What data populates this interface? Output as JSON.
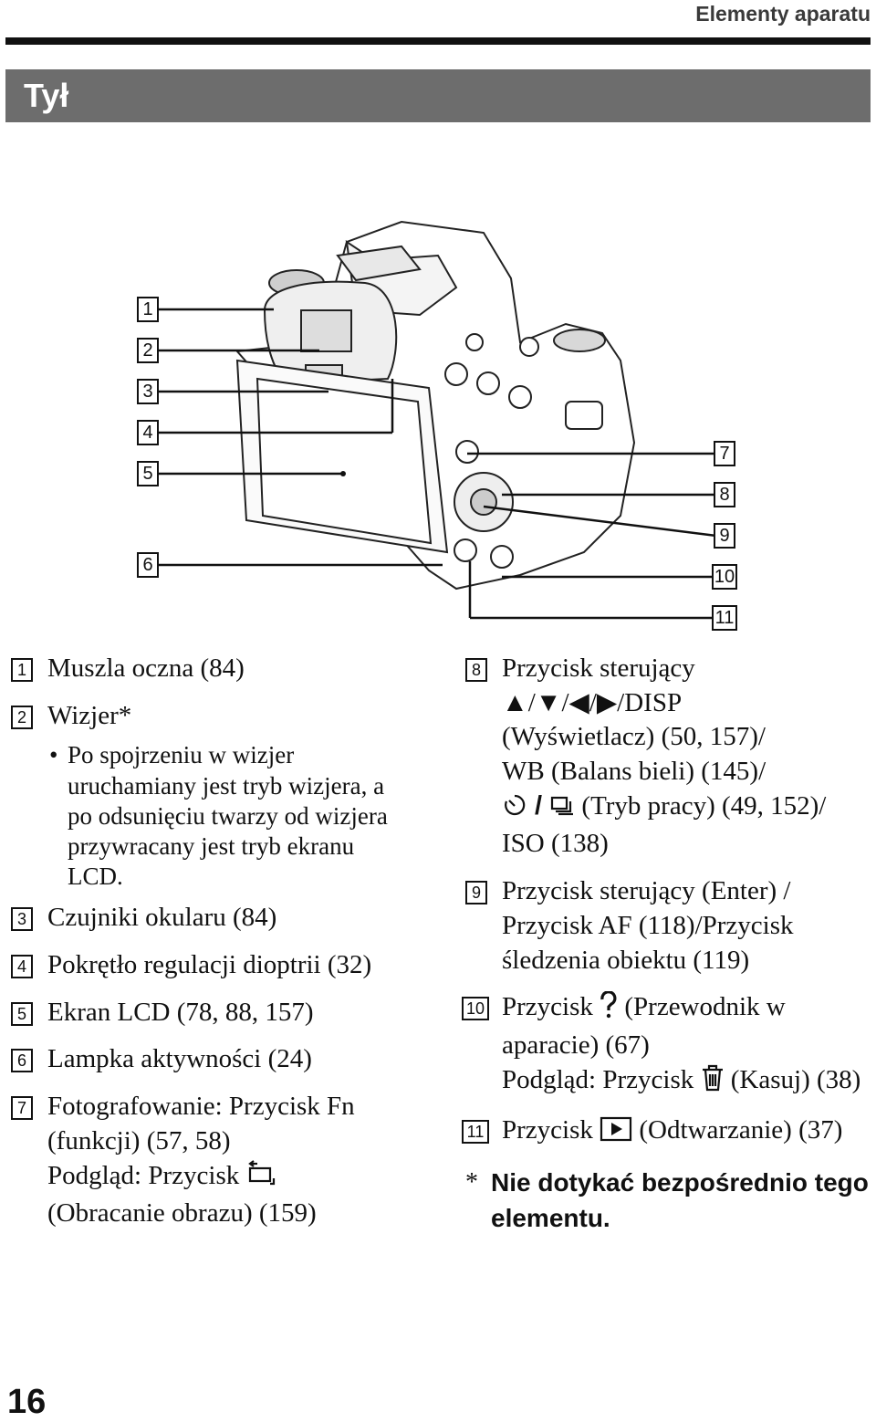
{
  "header": {
    "section_name": "Elementy aparatu"
  },
  "section": {
    "title": "Tył"
  },
  "figure": {
    "callouts_left": [
      "1",
      "2",
      "3",
      "4",
      "5",
      "6"
    ],
    "callouts_right": [
      "7",
      "8",
      "9",
      "10",
      "11"
    ]
  },
  "items_left": [
    {
      "num": "1",
      "text": "Muszla oczna (84)"
    },
    {
      "num": "2",
      "text": "Wizjer*"
    },
    {
      "bullet": "Po spojrzeniu w wizjer uruchamiany jest tryb wizjera, a po odsunięciu twarzy od wizjera przywracany jest tryb ekranu LCD."
    },
    {
      "num": "3",
      "text": "Czujniki okularu (84)"
    },
    {
      "num": "4",
      "text": "Pokrętło regulacji dioptrii (32)"
    },
    {
      "num": "5",
      "text": "Ekran LCD (78, 88, 157)"
    },
    {
      "num": "6",
      "text": "Lampka aktywności (24)"
    },
    {
      "num": "7",
      "line1": "Fotografowanie: Przycisk Fn (funkcji) (57, 58)",
      "line2_pre": "Podgląd: Przycisk",
      "line2_post": "(Obracanie obrazu) (159)"
    }
  ],
  "items_right": [
    {
      "num": "8",
      "line1": "Przycisk sterujący",
      "line2": "▲/▼/◀/▶/DISP",
      "line3": "(Wyświetlacz) (50, 157)/",
      "line4": "WB (Balans bieli) (145)/",
      "line5_post": "(Tryb pracy) (49, 152)/",
      "line6": "ISO (138)"
    },
    {
      "num": "9",
      "text": "Przycisk sterujący (Enter) / Przycisk AF (118)/Przycisk śledzenia obiektu (119)"
    },
    {
      "num": "10",
      "pre": "Przycisk",
      "post": "(Przewodnik w aparacie) (67)",
      "line2_pre": "Podgląd: Przycisk",
      "line2_post": "(Kasuj) (38)"
    },
    {
      "num": "11",
      "pre": "Przycisk",
      "post": "(Odtwarzanie) (37)"
    }
  ],
  "note": {
    "star": "*",
    "text": "Nie dotykać bezpośrednio tego elementu."
  },
  "page_number": "16"
}
